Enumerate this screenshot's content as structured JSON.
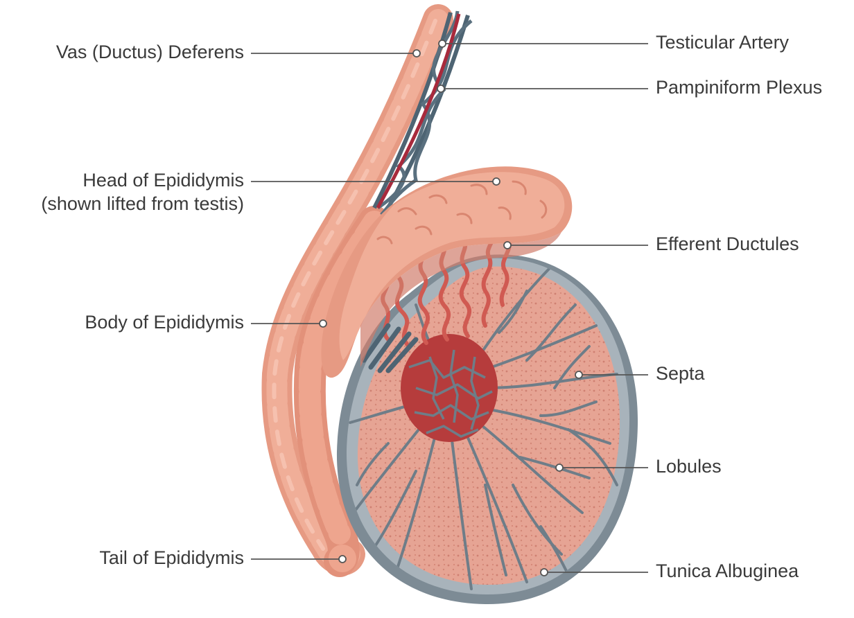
{
  "labels_left": [
    {
      "id": "vas-deferens",
      "lines": [
        "Vas (Ductus) Deferens"
      ]
    },
    {
      "id": "head-of-epididymis",
      "lines": [
        "Head of Epididymis",
        "(shown lifted from testis)"
      ]
    },
    {
      "id": "body-of-epididymis",
      "lines": [
        "Body of Epididymis"
      ]
    },
    {
      "id": "tail-of-epididymis",
      "lines": [
        "Tail of Epididymis"
      ]
    }
  ],
  "labels_right": [
    {
      "id": "testicular-artery",
      "lines": [
        "Testicular Artery"
      ]
    },
    {
      "id": "pampiniform-plexus",
      "lines": [
        "Pampiniform Plexus"
      ]
    },
    {
      "id": "efferent-ductules",
      "lines": [
        "Efferent Ductules"
      ]
    },
    {
      "id": "septa",
      "lines": [
        "Septa"
      ]
    },
    {
      "id": "lobules",
      "lines": [
        "Lobules"
      ]
    },
    {
      "id": "tunica-albuginea",
      "lines": [
        "Tunica Albuginea"
      ]
    }
  ],
  "colors": {
    "epididymis": "#eea58e",
    "epididymis_shadow": "#d9826b",
    "epididymis_highlight": "#f6c3b2",
    "tunica": "#7d8b95",
    "tunica_light": "#a8b3bb",
    "lobule_fill": "#e6a494",
    "lobule_dots": "#cf8072",
    "septa": "#6e7d88",
    "rete": "#b63c3c",
    "artery": "#a82a3c",
    "plexus": "#4e6473",
    "leader_line": "#555555"
  }
}
